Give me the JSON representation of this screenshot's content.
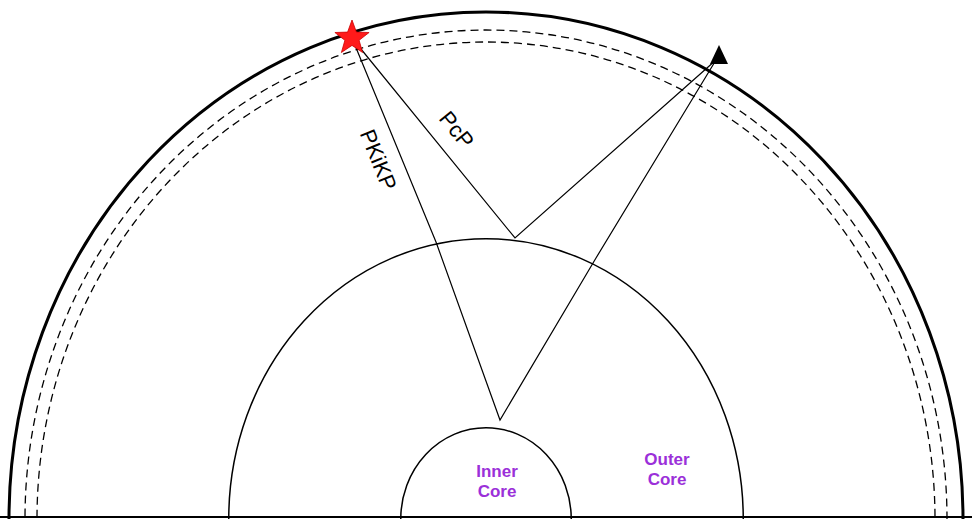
{
  "diagram": {
    "nodes": [
      {
        "text": [
          "Outer Core"
        ]
      },
      {
        "text": [
          "Inner Core"
        ],
        "in": 0
      }
    ],
    "labels": [
      "PKiKP",
      "PcP"
    ]
  }
}
